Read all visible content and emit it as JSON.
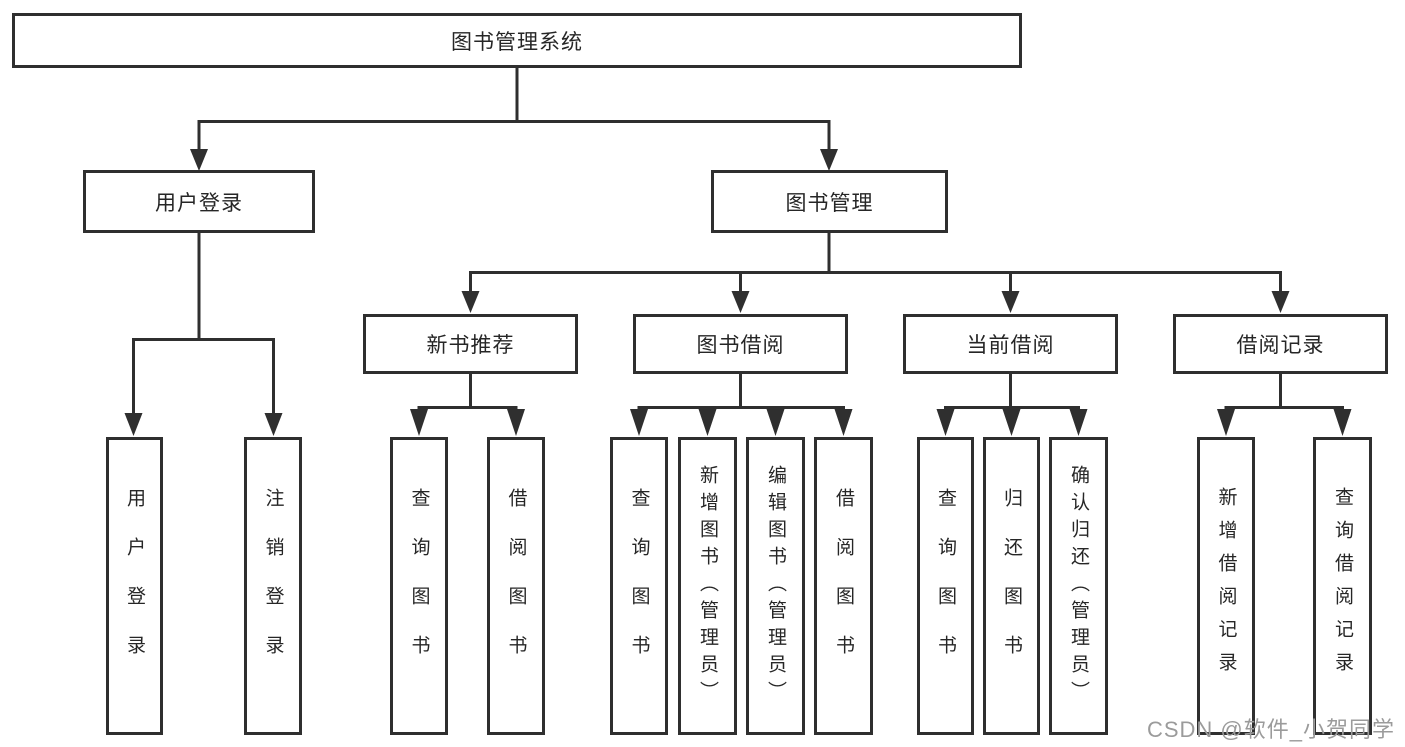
{
  "tree": {
    "root": {
      "label": "图书管理系统"
    },
    "branches": [
      {
        "label": "用户登录",
        "children": [
          {
            "label": "用户登录"
          },
          {
            "label": "注销登录"
          }
        ]
      },
      {
        "label": "图书管理",
        "children": [
          {
            "label": "新书推荐",
            "children": [
              {
                "label": "查询图书"
              },
              {
                "label": "借阅图书"
              }
            ]
          },
          {
            "label": "图书借阅",
            "children": [
              {
                "label": "查询图书"
              },
              {
                "label": "新增图书（管理员）"
              },
              {
                "label": "编辑图书（管理员）"
              },
              {
                "label": "借阅图书"
              }
            ]
          },
          {
            "label": "当前借阅",
            "children": [
              {
                "label": "查询图书"
              },
              {
                "label": "归还图书"
              },
              {
                "label": "确认归还（管理员）"
              }
            ]
          },
          {
            "label": "借阅记录",
            "children": [
              {
                "label": "新增借阅记录"
              },
              {
                "label": "查询借阅记录"
              }
            ]
          }
        ]
      }
    ]
  },
  "watermark": {
    "text": "CSDN @软件_小贺同学",
    "color": "#9b9b9b"
  },
  "colors": {
    "line": "#2f2f2f",
    "box_border": "#2f2f2f",
    "box_fill": "#ffffff",
    "text": "#262626",
    "background": "#ffffff"
  }
}
